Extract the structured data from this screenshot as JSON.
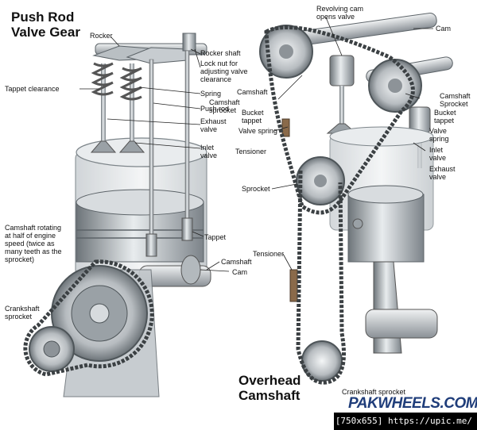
{
  "left": {
    "title": "Push Rod\nValve Gear",
    "labels": {
      "rocker": "Rocker",
      "tappet_clearance": "Tappet clearance",
      "rocker_shaft": "Rocker shaft",
      "lock_nut": "Lock nut for\nadjusting valve\nclearance",
      "spring": "Spring",
      "push_rod": "Push rod",
      "exhaust_valve": "Exhaust\nvalve",
      "inlet_valve": "Inlet\nvalve",
      "tappet": "Tappet",
      "camshaft_note": "Camshaft rotating\nat half of engine\nspeed (twice as\nmany teeth as the\nsprocket)",
      "camshaft": "Camshaft",
      "cam": "Cam",
      "crankshaft_sprocket": "Crankshaft\nsprocket"
    }
  },
  "right": {
    "title": "Overhead\nCamshaft",
    "labels": {
      "revolving_cam": "Revolving cam\nopens valve",
      "cam": "Cam",
      "camshaft": "Camshaft",
      "camshaft_sprocket_left": "Camshaft\nsprocket",
      "bucket_tappet_left": "Bucket\ntappet",
      "valve_spring_left": "Valve spring",
      "tensioner_top": "Tensioner",
      "sprocket": "Sprocket",
      "tensioner_bottom": "Tensioner",
      "camshaft_sprocket_right": "Camshaft\nSprocket",
      "bucket_tappet_right": "Bucket\ntappet",
      "valve_spring_right": "Valve\nspring",
      "inlet_valve": "Inlet\nvalve",
      "exhaust_valve": "Exhaust\nvalve",
      "crankshaft_sprocket": "Crankshaft sprocket"
    }
  },
  "watermark": "PAKWHEELS.COM",
  "footer": "[750x655] https://upic.me/"
}
